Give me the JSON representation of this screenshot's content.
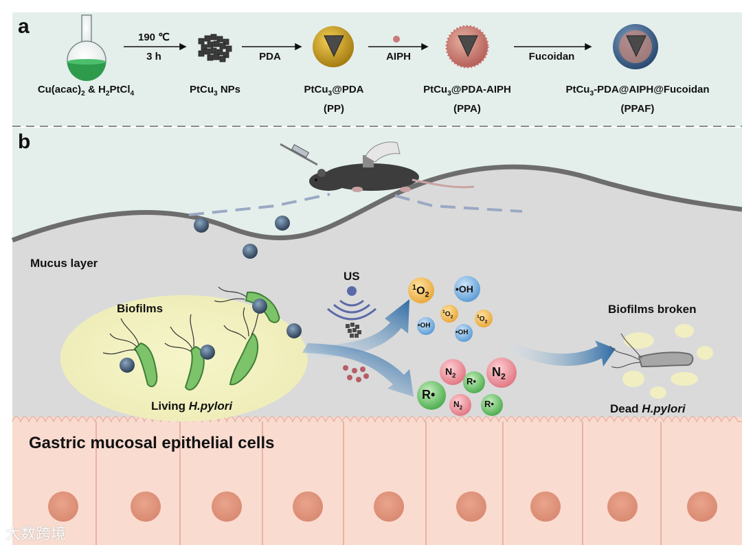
{
  "panels": {
    "a": "a",
    "b": "b"
  },
  "synthesis": {
    "step1": {
      "condition_top": "190 ℃",
      "condition_bottom": "3 h"
    },
    "step2": {
      "reagent": "PDA"
    },
    "step3": {
      "reagent": "AIPH"
    },
    "step4": {
      "reagent": "Fucoidan"
    },
    "reactants": {
      "a": "Cu(acac)",
      "a_sub": "2",
      "amp": " & H",
      "b_sub": "2",
      "b": "PtCl",
      "b_sub2": "4"
    },
    "ptcu3": {
      "a": "PtCu",
      "sub": "3",
      "b": " NPs"
    },
    "pp": {
      "a": "PtCu",
      "sub": "3",
      "b": "@PDA",
      "abbr": "(PP)"
    },
    "ppa": {
      "a": "PtCu",
      "sub": "3",
      "b": "@PDA-AIPH",
      "abbr": "(PPA)"
    },
    "ppaf": {
      "a": "PtCu",
      "sub": "3",
      "b": "-PDA@AIPH@Fucoidan",
      "abbr": "(PPAF)"
    }
  },
  "scene": {
    "mucus_label": "Mucus layer",
    "biofilms_label": "Biofilms",
    "living_label_a": "Living ",
    "living_label_b": "H.pylori",
    "us_label": "US",
    "broken_label": "Biofilms broken",
    "dead_label_a": "Dead ",
    "dead_label_b": "H.pylori",
    "epithelial_label": "Gastric mucosal epithelial cells"
  },
  "species": {
    "singlet_oxygen": {
      "sup": "1",
      "base": "O",
      "sub": "2"
    },
    "hydroxyl": "•OH",
    "nitrogen": {
      "base": "N",
      "sub": "2"
    },
    "radical": "R•"
  },
  "watermark": "大数跨境",
  "colors": {
    "top_panel_bg": "#e4efec",
    "mucus_bg": "#dadada",
    "biofilm": "#f0efc2",
    "bacteria": "#7cc36a",
    "cells": "#fadbd0",
    "nucleus": "#e39a83",
    "blue_arrow": "#2f6fa8",
    "singlet_o2": "#f2c15e",
    "oh": "#7fb6e3",
    "n2": "#ee8c98",
    "r_radical": "#6cc06c"
  }
}
